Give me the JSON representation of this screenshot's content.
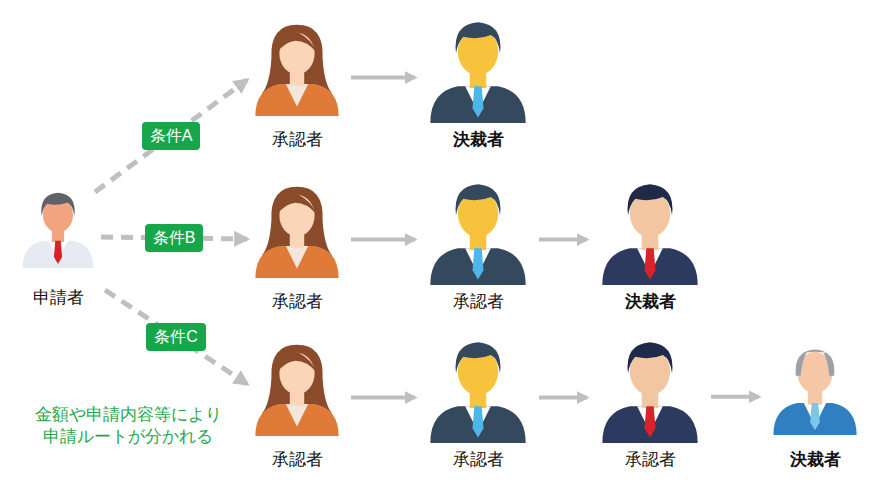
{
  "diagram": {
    "nodes": [
      {
        "text": [
          "申請者"
        ]
      },
      {
        "text": [
          "承認者"
        ]
      },
      {
        "text": [
          "決裁者"
        ]
      },
      {
        "text": [
          "承認者"
        ]
      },
      {
        "text": [
          "承認者"
        ]
      },
      {
        "text": [
          "決裁者"
        ]
      },
      {
        "text": [
          "承認者"
        ]
      },
      {
        "text": [
          "承認者"
        ]
      },
      {
        "text": [
          "承認者"
        ]
      },
      {
        "text": [
          "決裁者"
        ]
      }
    ],
    "edges": [
      {
        "from": 0,
        "to": 1,
        "arrow": "to",
        "label": "条件A"
      },
      {
        "from": 0,
        "to": 3,
        "arrow": "to",
        "label": "条件B"
      },
      {
        "from": 0,
        "to": 6,
        "arrow": "to",
        "label": "条件C"
      },
      {
        "from": 1,
        "to": 2,
        "arrow": "to"
      },
      {
        "from": 3,
        "to": 4,
        "arrow": "to"
      },
      {
        "from": 4,
        "to": 5,
        "arrow": "to"
      },
      {
        "from": 6,
        "to": 7,
        "arrow": "to"
      },
      {
        "from": 7,
        "to": 8,
        "arrow": "to"
      },
      {
        "from": 8,
        "to": 9,
        "arrow": "to"
      }
    ],
    "labels": [
      "金額や申請内容等により 申請ルートが分かれる"
    ]
  }
}
